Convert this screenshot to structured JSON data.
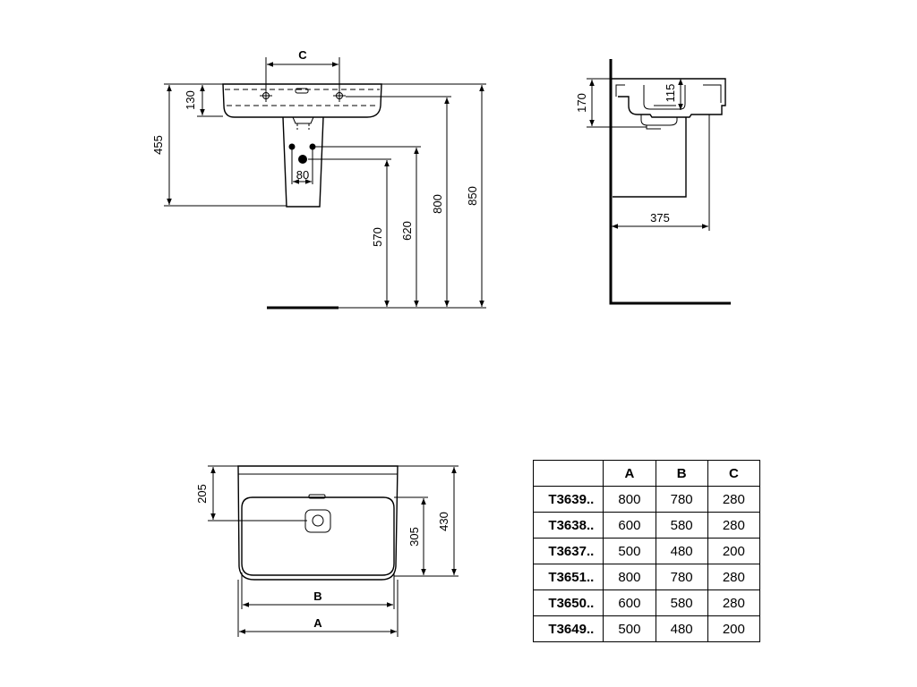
{
  "front_view": {
    "dim_c": "C",
    "dim_130": "130",
    "dim_455": "455",
    "dim_80": "80",
    "dim_570": "570",
    "dim_620": "620",
    "dim_800": "800",
    "dim_850": "850"
  },
  "side_view": {
    "dim_170": "170",
    "dim_115": "115",
    "dim_375": "375"
  },
  "top_view": {
    "dim_205": "205",
    "dim_305": "305",
    "dim_430": "430",
    "dim_b": "B",
    "dim_a": "A"
  },
  "table": {
    "headers": [
      "",
      "A",
      "B",
      "C"
    ],
    "rows": [
      [
        "T3639..",
        "800",
        "780",
        "280"
      ],
      [
        "T3638..",
        "600",
        "580",
        "280"
      ],
      [
        "T3637..",
        "500",
        "480",
        "200"
      ],
      [
        "T3651..",
        "800",
        "780",
        "280"
      ],
      [
        "T3650..",
        "600",
        "580",
        "280"
      ],
      [
        "T3649..",
        "500",
        "480",
        "200"
      ]
    ]
  }
}
